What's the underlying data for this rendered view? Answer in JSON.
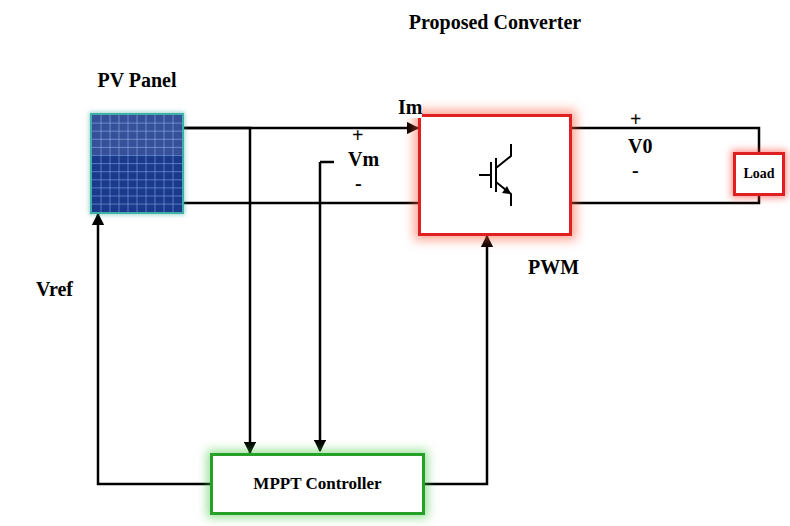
{
  "diagram": {
    "nodes": [
      {
        "text": [
          "PV Panel"
        ]
      },
      {
        "text": [
          "Proposed Converter"
        ]
      },
      {
        "text": [
          "Load"
        ]
      },
      {
        "text": [
          "MPPT Controller"
        ]
      }
    ],
    "edges": [
      {
        "from": 0,
        "to": 1,
        "arrow": "to",
        "label": "Im"
      },
      {
        "from": 1,
        "to": 2,
        "arrow": "none"
      },
      {
        "from": 0,
        "to": 3,
        "arrow": "to"
      },
      {
        "from": 3,
        "to": 0,
        "arrow": "to",
        "label": "Vref"
      },
      {
        "from": 3,
        "to": 1,
        "arrow": "to",
        "label": "PWM"
      }
    ],
    "labels": [
      "+",
      "Vm",
      "-",
      "+",
      "V0",
      "-"
    ]
  }
}
